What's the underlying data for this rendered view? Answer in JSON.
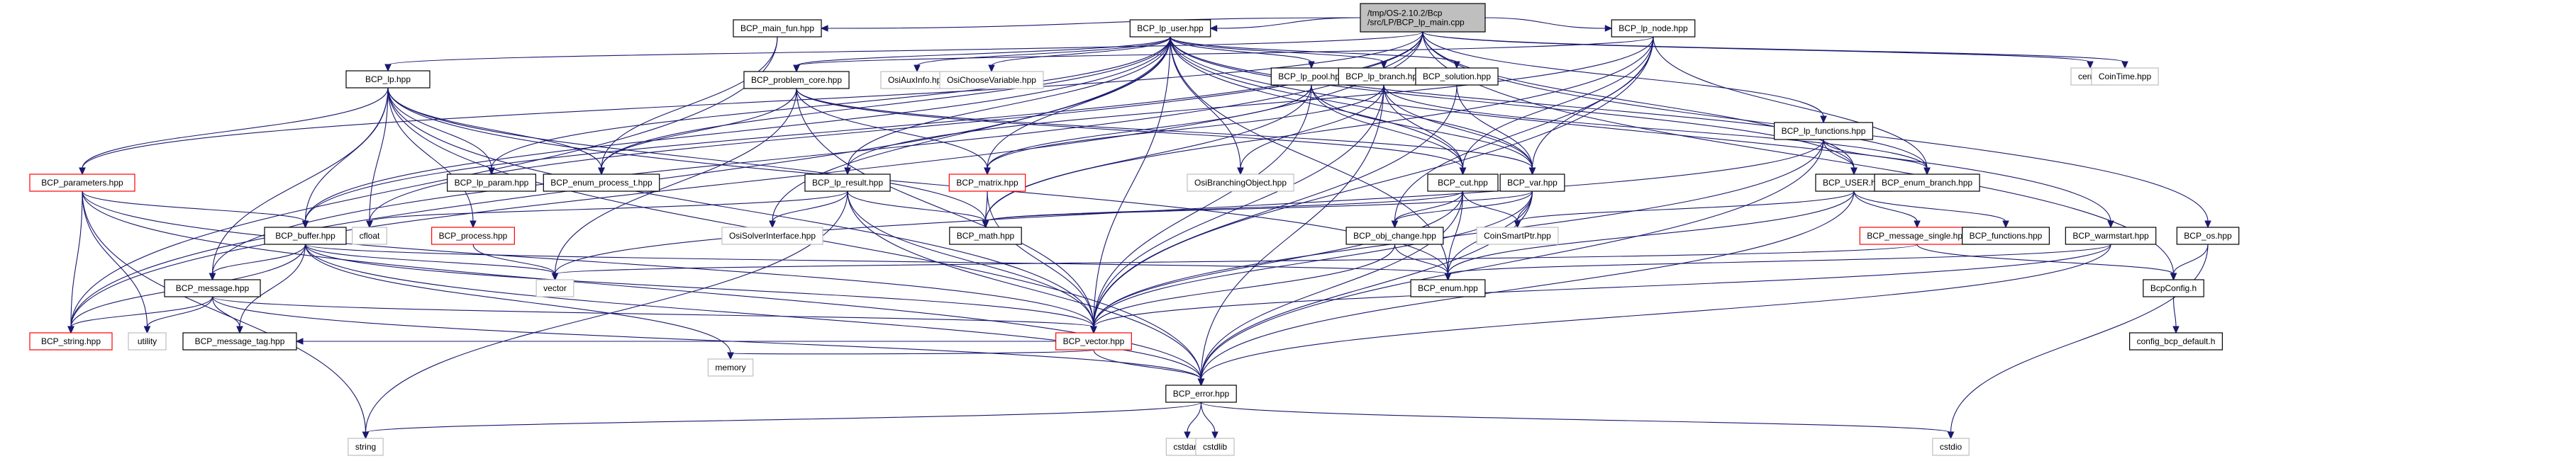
{
  "title": "Include dependency graph for BCP_lp_main.cpp",
  "colors": {
    "edge": "#191970",
    "root_fill": "#bfbfbf",
    "normal_border": "#000000",
    "truncated_border": "#ff0000",
    "external_border": "#bfbfbf"
  },
  "nodes": [
    {
      "id": "root",
      "lines": [
        "/tmp/OS-2.10.2/Bcp",
        "/src/LP/BCP_lp_main.cpp"
      ],
      "kind": "root"
    },
    {
      "id": "main_fun",
      "lines": [
        "BCP_main_fun.hpp"
      ],
      "kind": "normal"
    },
    {
      "id": "lp_user",
      "lines": [
        "BCP_lp_user.hpp"
      ],
      "kind": "normal"
    },
    {
      "id": "lp_node",
      "lines": [
        "BCP_lp_node.hpp"
      ],
      "kind": "normal"
    },
    {
      "id": "cerrno",
      "lines": [
        "cerrno"
      ],
      "kind": "external"
    },
    {
      "id": "cointime",
      "lines": [
        "CoinTime.hpp"
      ],
      "kind": "external"
    },
    {
      "id": "lp",
      "lines": [
        "BCP_lp.hpp"
      ],
      "kind": "normal"
    },
    {
      "id": "problem_core",
      "lines": [
        "BCP_problem_core.hpp"
      ],
      "kind": "normal"
    },
    {
      "id": "osiauxinfo",
      "lines": [
        "OsiAuxInfo.hpp"
      ],
      "kind": "external"
    },
    {
      "id": "osichoosevariable",
      "lines": [
        "OsiChooseVariable.hpp"
      ],
      "kind": "external"
    },
    {
      "id": "lp_pool",
      "lines": [
        "BCP_lp_pool.hpp"
      ],
      "kind": "normal"
    },
    {
      "id": "lp_branch",
      "lines": [
        "BCP_lp_branch.hpp"
      ],
      "kind": "normal"
    },
    {
      "id": "solution",
      "lines": [
        "BCP_solution.hpp"
      ],
      "kind": "normal"
    },
    {
      "id": "lp_functions",
      "lines": [
        "BCP_lp_functions.hpp"
      ],
      "kind": "normal"
    },
    {
      "id": "parameters",
      "lines": [
        "BCP_parameters.hpp"
      ],
      "kind": "truncated"
    },
    {
      "id": "lp_param",
      "lines": [
        "BCP_lp_param.hpp"
      ],
      "kind": "normal"
    },
    {
      "id": "enum_process_t",
      "lines": [
        "BCP_enum_process_t.hpp"
      ],
      "kind": "normal"
    },
    {
      "id": "lp_result",
      "lines": [
        "BCP_lp_result.hpp"
      ],
      "kind": "normal"
    },
    {
      "id": "matrix",
      "lines": [
        "BCP_matrix.hpp"
      ],
      "kind": "truncated"
    },
    {
      "id": "osibranchingobject",
      "lines": [
        "OsiBranchingObject.hpp"
      ],
      "kind": "external"
    },
    {
      "id": "cut",
      "lines": [
        "BCP_cut.hpp"
      ],
      "kind": "normal"
    },
    {
      "id": "var",
      "lines": [
        "BCP_var.hpp"
      ],
      "kind": "normal"
    },
    {
      "id": "user",
      "lines": [
        "BCP_USER.hpp"
      ],
      "kind": "normal"
    },
    {
      "id": "enum_branch",
      "lines": [
        "BCP_enum_branch.hpp"
      ],
      "kind": "normal"
    },
    {
      "id": "buffer",
      "lines": [
        "BCP_buffer.hpp"
      ],
      "kind": "normal"
    },
    {
      "id": "cfloat",
      "lines": [
        "cfloat"
      ],
      "kind": "external"
    },
    {
      "id": "process",
      "lines": [
        "BCP_process.hpp"
      ],
      "kind": "truncated"
    },
    {
      "id": "osisolverinterface",
      "lines": [
        "OsiSolverInterface.hpp"
      ],
      "kind": "external"
    },
    {
      "id": "math",
      "lines": [
        "BCP_math.hpp"
      ],
      "kind": "normal"
    },
    {
      "id": "obj_change",
      "lines": [
        "BCP_obj_change.hpp"
      ],
      "kind": "normal"
    },
    {
      "id": "coinsmartptr",
      "lines": [
        "CoinSmartPtr.hpp"
      ],
      "kind": "external"
    },
    {
      "id": "message_single",
      "lines": [
        "BCP_message_single.hpp"
      ],
      "kind": "truncated"
    },
    {
      "id": "functions",
      "lines": [
        "BCP_functions.hpp"
      ],
      "kind": "normal"
    },
    {
      "id": "warmstart",
      "lines": [
        "BCP_warmstart.hpp"
      ],
      "kind": "normal"
    },
    {
      "id": "os",
      "lines": [
        "BCP_os.hpp"
      ],
      "kind": "normal"
    },
    {
      "id": "vector_std",
      "lines": [
        "vector"
      ],
      "kind": "external"
    },
    {
      "id": "enum",
      "lines": [
        "BCP_enum.hpp"
      ],
      "kind": "normal"
    },
    {
      "id": "bcpconfig",
      "lines": [
        "BcpConfig.h"
      ],
      "kind": "normal"
    },
    {
      "id": "message",
      "lines": [
        "BCP_message.hpp"
      ],
      "kind": "normal"
    },
    {
      "id": "string_bcp",
      "lines": [
        "BCP_string.hpp"
      ],
      "kind": "truncated"
    },
    {
      "id": "utility",
      "lines": [
        "utility"
      ],
      "kind": "external"
    },
    {
      "id": "message_tag",
      "lines": [
        "BCP_message_tag.hpp"
      ],
      "kind": "normal"
    },
    {
      "id": "bcp_vector",
      "lines": [
        "BCP_vector.hpp"
      ],
      "kind": "truncated"
    },
    {
      "id": "config_default",
      "lines": [
        "config_bcp_default.h"
      ],
      "kind": "normal"
    },
    {
      "id": "memory",
      "lines": [
        "memory"
      ],
      "kind": "external"
    },
    {
      "id": "error",
      "lines": [
        "BCP_error.hpp"
      ],
      "kind": "normal"
    },
    {
      "id": "string_std",
      "lines": [
        "string"
      ],
      "kind": "external"
    },
    {
      "id": "cstdarg",
      "lines": [
        "cstdarg"
      ],
      "kind": "external"
    },
    {
      "id": "cstdlib",
      "lines": [
        "cstdlib"
      ],
      "kind": "external"
    },
    {
      "id": "cstdio",
      "lines": [
        "cstdio"
      ],
      "kind": "external"
    }
  ],
  "edges": [
    [
      "root",
      "main_fun"
    ],
    [
      "root",
      "lp_user"
    ],
    [
      "root",
      "lp_node"
    ],
    [
      "root",
      "cerrno"
    ],
    [
      "root",
      "cointime"
    ],
    [
      "root",
      "lp"
    ],
    [
      "root",
      "lp_functions"
    ],
    [
      "root",
      "user"
    ],
    [
      "root",
      "os"
    ],
    [
      "root",
      "bcpconfig"
    ],
    [
      "root",
      "buffer"
    ],
    [
      "root",
      "message"
    ],
    [
      "root",
      "string_bcp"
    ],
    [
      "root",
      "cfloat"
    ],
    [
      "root",
      "parameters"
    ],
    [
      "main_fun",
      "enum_process_t"
    ],
    [
      "main_fun",
      "string_bcp"
    ],
    [
      "lp_user",
      "problem_core"
    ],
    [
      "lp_user",
      "osiauxinfo"
    ],
    [
      "lp_user",
      "osichoosevariable"
    ],
    [
      "lp_user",
      "lp_pool"
    ],
    [
      "lp_user",
      "lp_branch"
    ],
    [
      "lp_user",
      "solution"
    ],
    [
      "lp_user",
      "matrix"
    ],
    [
      "lp_user",
      "lp_result"
    ],
    [
      "lp_user",
      "cut"
    ],
    [
      "lp_user",
      "var"
    ],
    [
      "lp_user",
      "user"
    ],
    [
      "lp_user",
      "enum_branch"
    ],
    [
      "lp_user",
      "warmstart"
    ],
    [
      "lp_user",
      "buffer"
    ],
    [
      "lp_user",
      "lp_param"
    ],
    [
      "lp_user",
      "enum_process_t"
    ],
    [
      "lp_user",
      "osisolverinterface"
    ],
    [
      "lp_user",
      "bcp_vector"
    ],
    [
      "lp_user",
      "enum"
    ],
    [
      "lp_user",
      "string_bcp"
    ],
    [
      "lp_user",
      "osibranchingobject"
    ],
    [
      "lp_node",
      "cut"
    ],
    [
      "lp_node",
      "var"
    ],
    [
      "lp_node",
      "enum_branch"
    ],
    [
      "lp_node",
      "problem_core"
    ],
    [
      "lp_node",
      "obj_change"
    ],
    [
      "lp_node",
      "lp_result"
    ],
    [
      "lp_node",
      "math"
    ],
    [
      "lp_node",
      "bcp_vector"
    ],
    [
      "lp",
      "parameters"
    ],
    [
      "lp",
      "lp_param"
    ],
    [
      "lp",
      "enum_process_t"
    ],
    [
      "lp",
      "buffer"
    ],
    [
      "lp",
      "cfloat"
    ],
    [
      "lp",
      "process"
    ],
    [
      "lp",
      "message"
    ],
    [
      "lp",
      "math"
    ],
    [
      "lp",
      "bcp_vector"
    ],
    [
      "lp",
      "error"
    ],
    [
      "lp",
      "enum"
    ],
    [
      "problem_core",
      "matrix"
    ],
    [
      "problem_core",
      "cut"
    ],
    [
      "problem_core",
      "var"
    ],
    [
      "problem_core",
      "vector_std"
    ],
    [
      "problem_core",
      "bcp_vector"
    ],
    [
      "problem_core",
      "enum_process_t"
    ],
    [
      "lp_pool",
      "cut"
    ],
    [
      "lp_pool",
      "var"
    ],
    [
      "lp_pool",
      "math"
    ],
    [
      "lp_pool",
      "bcp_vector"
    ],
    [
      "lp_pool",
      "matrix"
    ],
    [
      "lp_branch",
      "cut"
    ],
    [
      "lp_branch",
      "var"
    ],
    [
      "lp_branch",
      "enum_branch"
    ],
    [
      "lp_branch",
      "osibranchingobject"
    ],
    [
      "lp_branch",
      "bcp_vector"
    ],
    [
      "lp_branch",
      "error"
    ],
    [
      "lp_branch",
      "matrix"
    ],
    [
      "solution",
      "var"
    ],
    [
      "solution",
      "bcp_vector"
    ],
    [
      "lp_functions",
      "enum_branch"
    ],
    [
      "lp_functions",
      "user"
    ],
    [
      "lp_functions",
      "bcp_vector"
    ],
    [
      "lp_functions",
      "error"
    ],
    [
      "lp_functions",
      "vector_std"
    ],
    [
      "parameters",
      "buffer"
    ],
    [
      "parameters",
      "string_bcp"
    ],
    [
      "parameters",
      "utility"
    ],
    [
      "parameters",
      "string_std"
    ],
    [
      "parameters",
      "bcp_vector"
    ],
    [
      "parameters",
      "error"
    ],
    [
      "lp_result",
      "osisolverinterface"
    ],
    [
      "lp_result",
      "math"
    ],
    [
      "lp_result",
      "bcp_vector"
    ],
    [
      "lp_result",
      "error"
    ],
    [
      "lp_result",
      "string_std"
    ],
    [
      "lp_result",
      "cfloat"
    ],
    [
      "matrix",
      "math"
    ],
    [
      "matrix",
      "bcp_vector"
    ],
    [
      "cut",
      "obj_change"
    ],
    [
      "cut",
      "coinsmartptr"
    ],
    [
      "cut",
      "enum"
    ],
    [
      "cut",
      "math"
    ],
    [
      "cut",
      "bcp_vector"
    ],
    [
      "cut",
      "error"
    ],
    [
      "var",
      "obj_change"
    ],
    [
      "var",
      "coinsmartptr"
    ],
    [
      "var",
      "enum"
    ],
    [
      "var",
      "bcp_vector"
    ],
    [
      "var",
      "error"
    ],
    [
      "var",
      "math"
    ],
    [
      "user",
      "message_single"
    ],
    [
      "user",
      "functions"
    ],
    [
      "user",
      "coinsmartptr"
    ],
    [
      "user",
      "enum"
    ],
    [
      "user",
      "error"
    ],
    [
      "buffer",
      "message"
    ],
    [
      "buffer",
      "message_tag"
    ],
    [
      "buffer",
      "string_bcp"
    ],
    [
      "buffer",
      "vector_std"
    ],
    [
      "buffer",
      "bcp_vector"
    ],
    [
      "buffer",
      "error"
    ],
    [
      "buffer",
      "memory"
    ],
    [
      "buffer",
      "enum"
    ],
    [
      "process",
      "vector_std"
    ],
    [
      "message_single",
      "bcpconfig"
    ],
    [
      "message_single",
      "vector_std"
    ],
    [
      "warmstart",
      "enum"
    ],
    [
      "warmstart",
      "bcp_vector"
    ],
    [
      "warmstart",
      "error"
    ],
    [
      "os",
      "bcpconfig"
    ],
    [
      "os",
      "cstdio"
    ],
    [
      "obj_change",
      "enum"
    ],
    [
      "obj_change",
      "bcp_vector"
    ],
    [
      "bcpconfig",
      "config_default"
    ],
    [
      "message",
      "string_bcp"
    ],
    [
      "message",
      "utility"
    ],
    [
      "message",
      "message_tag"
    ],
    [
      "message",
      "bcp_vector"
    ],
    [
      "message",
      "error"
    ],
    [
      "bcp_vector",
      "memory"
    ],
    [
      "bcp_vector",
      "error"
    ],
    [
      "bcp_vector",
      "message_tag"
    ],
    [
      "error",
      "string_std"
    ],
    [
      "error",
      "cstdarg"
    ],
    [
      "error",
      "cstdlib"
    ],
    [
      "error",
      "cstdio"
    ]
  ]
}
